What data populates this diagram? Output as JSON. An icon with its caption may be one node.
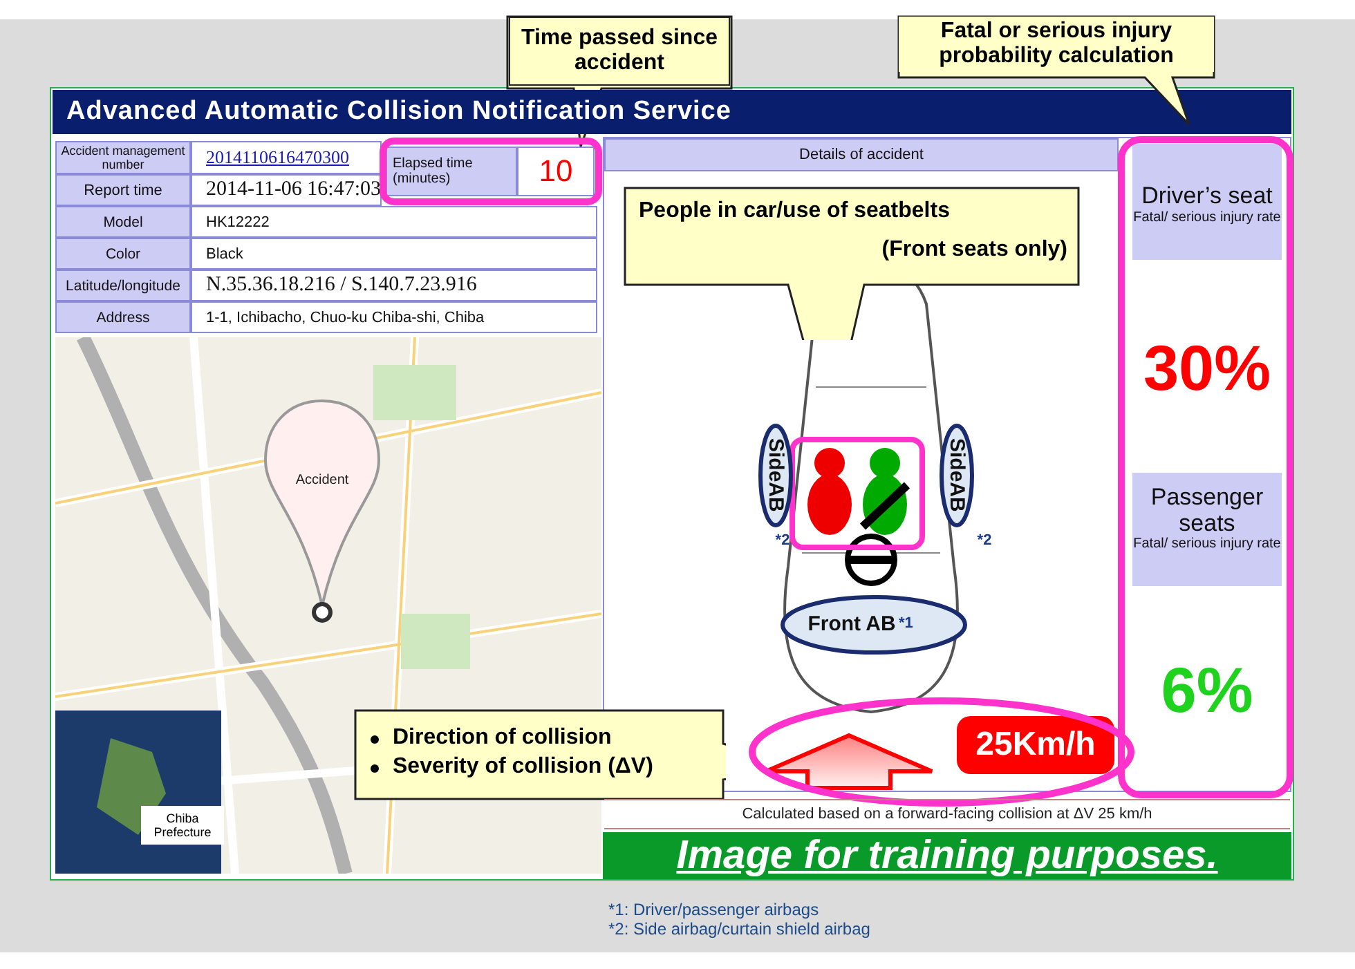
{
  "diagram": {
    "title": "Advanced Automatic Collision Notification Service",
    "labels": [
      "Time passed since accident",
      "Fatal or serious injury probability calculation",
      "Accident management number",
      "2014110616470300",
      "Elapsed time (minutes)",
      "10",
      "Details of accident",
      "Driver’s seat",
      "Fatal/ serious injury rate",
      "Report time",
      "2014-11-06 16:47:03",
      "Model",
      "HK12222",
      "Color",
      "Black",
      "Latitude/longitude",
      "N.35.36.18.216 / S.140.7.23.916",
      "Address",
      "1-1, Ichibacho, Chuo-ku Chiba-shi, Chiba",
      "People in car/use of seatbelts",
      "(Front seats only)",
      "SideAB",
      "SideAB",
      "*2",
      "*2",
      "Accident",
      "30%",
      "Passenger seats",
      "Fatal/ serious injury rate",
      "Front AB",
      "*1",
      "6%",
      "Chiba Prefecture",
      "Direction of collision",
      "Severity of collision (ΔV)",
      "25Km/h",
      "Calculated based on a forward-facing collision at ΔV 25 km/h",
      "Image for training purposes.",
      "*1: Driver/passenger airbags",
      "*2: Side airbag/curtain shield airbag"
    ]
  }
}
